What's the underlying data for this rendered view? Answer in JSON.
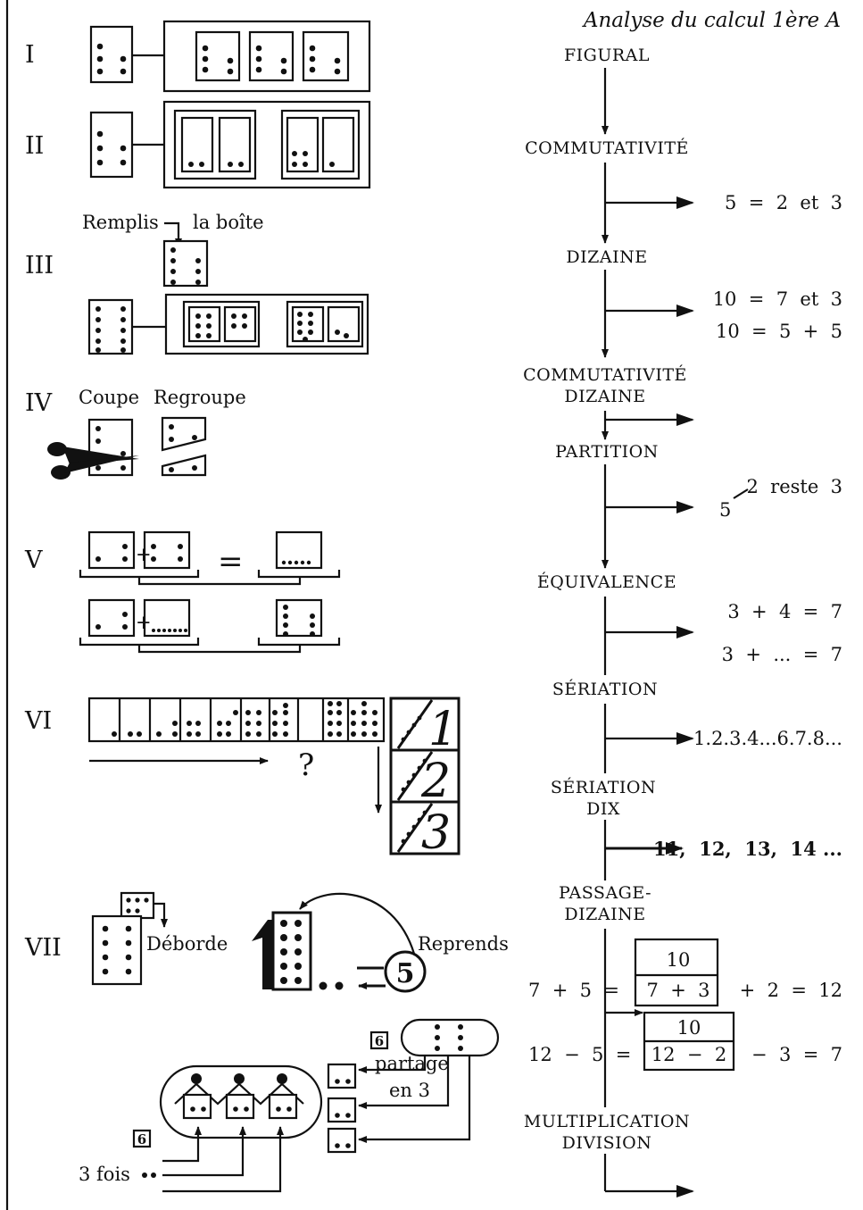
{
  "title": "Analyse du calcul 1ère A",
  "sections": [
    "I",
    "II",
    "III",
    "IV",
    "V",
    "VI",
    "VII"
  ],
  "labels": {
    "remplis": "Remplis",
    "la_boite": "la boîte",
    "coupe": "Coupe",
    "regroupe": "Regroupe",
    "question": "?",
    "deborde": "Déborde",
    "reprends": "Reprends",
    "five": "5",
    "partage": "partage",
    "en3": "en 3",
    "six": "6",
    "trois_fois": "3 fois",
    "digit1": "1",
    "digit2": "2",
    "digit3": "3"
  },
  "flow": [
    "FIGURAL",
    "COMMUTATIVITÉ",
    "DIZAINE",
    "COMMUTATIVITÉ",
    "DIZAINE",
    "PARTITION",
    "ÉQUIVALENCE",
    "SÉRIATION",
    "SÉRIATION",
    "DIX",
    "PASSAGE-",
    "DIZAINE",
    "MULTIPLICATION",
    "DIVISION"
  ],
  "equations": {
    "e1": "5  =  2  et  3",
    "e2": "10  =  7  et  3",
    "e3": "10  =  5  +  5",
    "partition_top": "2  reste  3",
    "partition_five": "5",
    "e4": "3  +  4  =  7",
    "e5": "3  +  ...  =  7",
    "e6": "1.2.3.4...6.7.8...",
    "e7": "11,  12,  13,  14 ...",
    "p1_left": "7  +  5  =",
    "p1_box_top": "10",
    "p1_box": "7  +  3",
    "p1_right": "+  2  =  12",
    "p2_left": "12  −  5  =",
    "p2_box_top": "10",
    "p2_box": "12  −  2",
    "p2_right": "−  3  =  7"
  }
}
